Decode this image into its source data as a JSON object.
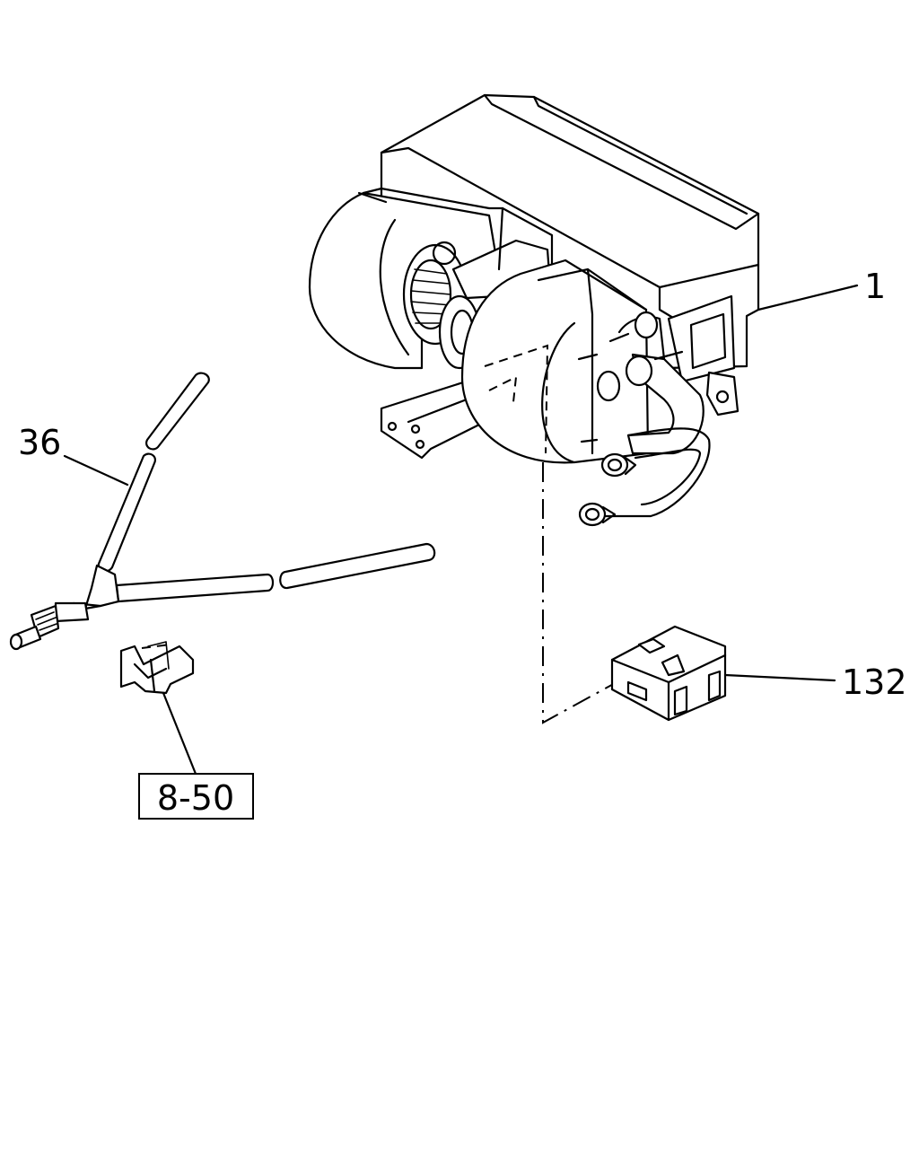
{
  "callouts": {
    "part_1": "1",
    "part_36": "36",
    "part_132": "132",
    "ref_8_50": "8-50"
  },
  "colors": {
    "line": "#000000",
    "background": "#ffffff"
  }
}
